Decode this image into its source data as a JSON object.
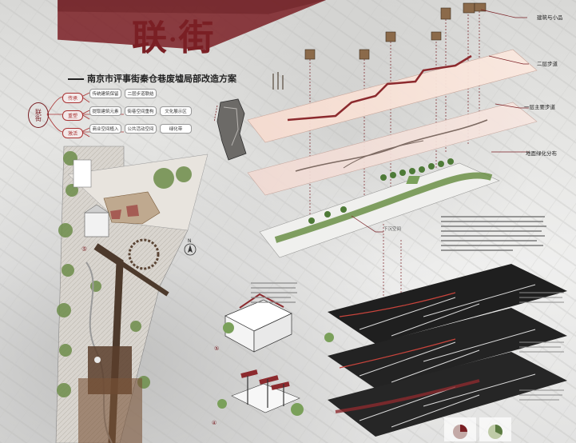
{
  "title": {
    "main_left": "联",
    "dot": "·",
    "main_right": "街"
  },
  "subtitle": "南京市评事街秦仓巷废墟局部改造方案",
  "mindmap": {
    "root": "联街",
    "categories": [
      "传承",
      "重塑",
      "激活"
    ],
    "leaves": [
      [
        "传统建筑保留",
        "二层步道联结"
      ],
      [
        "提取建筑元素",
        "街巷空间重构",
        "文化展示区"
      ],
      [
        "商业空间植入",
        "公共活动空间",
        "绿化带"
      ]
    ]
  },
  "labels": {
    "building_pieces": "建筑与小品",
    "second_floor_walkway": "二层步道",
    "first_floor_walkway": "一层主要步道",
    "ground_greening": "地面绿化分布",
    "lower_space": "下沉空间"
  },
  "plan_marks": [
    "⑤",
    "④",
    "N"
  ],
  "accent_color": "#7a1f24"
}
